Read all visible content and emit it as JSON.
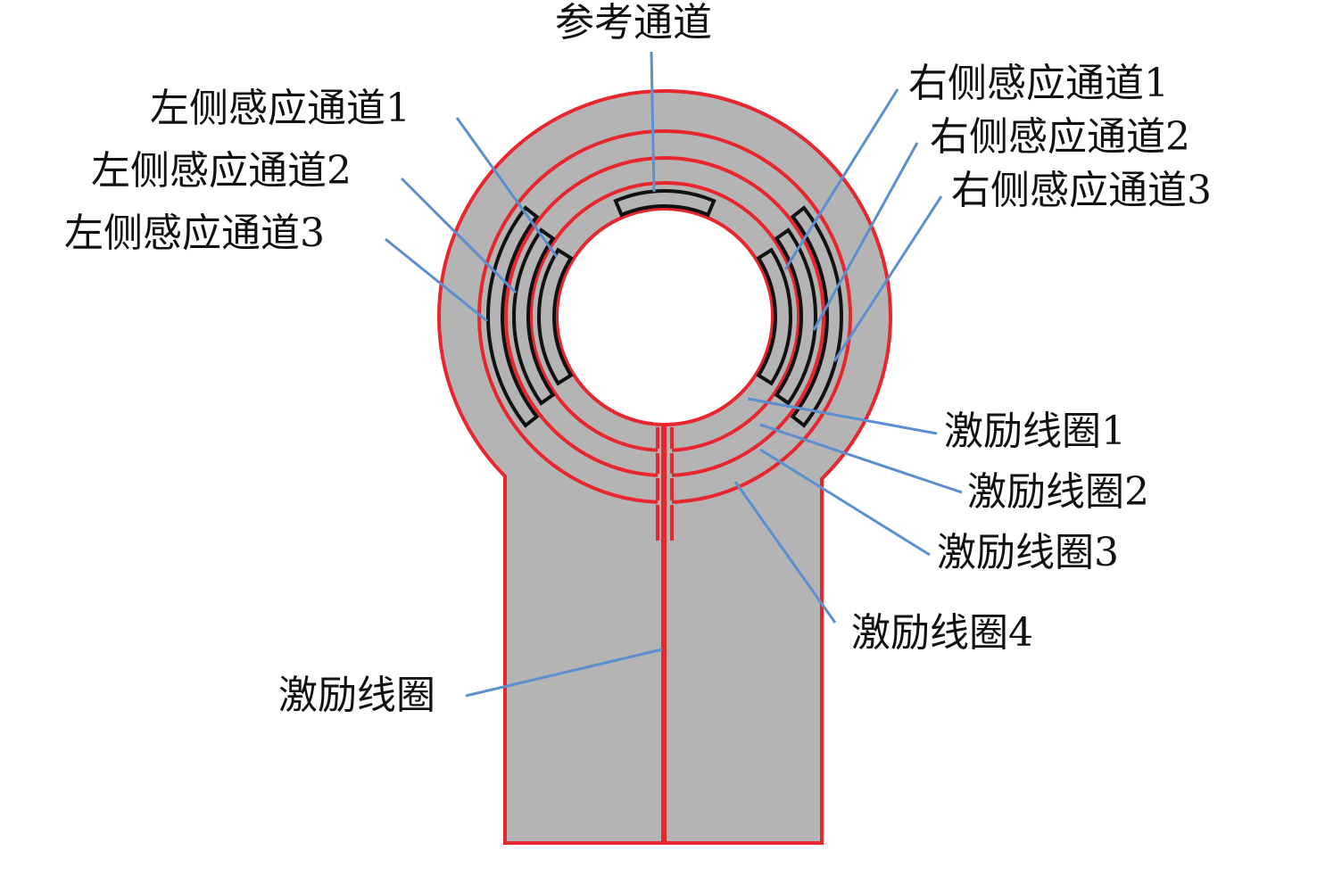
{
  "labels": {
    "reference": "参考通道",
    "left1": "左侧感应通道1",
    "left2": "左侧感应通道2",
    "left3": "左侧感应通道3",
    "right1": "右侧感应通道1",
    "right2": "右侧感应通道2",
    "right3": "右侧感应通道3",
    "coil1": "激励线圈1",
    "coil2": "激励线圈2",
    "coil3": "激励线圈3",
    "coil4": "激励线圈4",
    "coil": "激励线圈"
  },
  "colors": {
    "body": "#b4b4b4",
    "coil": "#e8262e",
    "sensor": "#111111",
    "leader": "#5b8fcf"
  }
}
